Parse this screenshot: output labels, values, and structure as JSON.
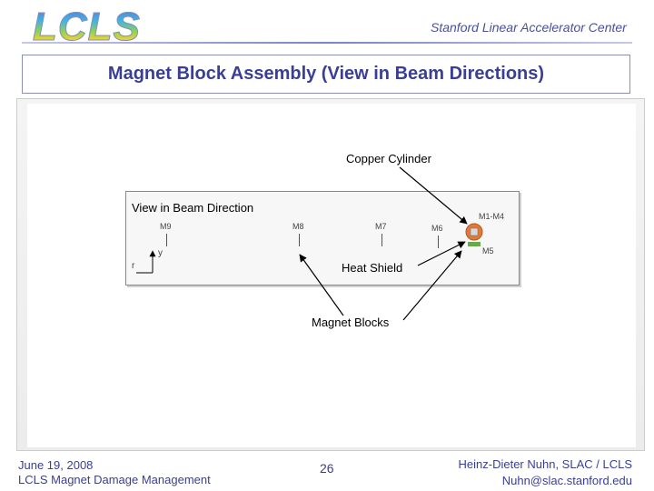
{
  "header": {
    "logo_text": "LCLS",
    "org_name": "Stanford Linear Accelerator Center"
  },
  "title": "Magnet Block Assembly (View in Beam Directions)",
  "diagram": {
    "label_copper_cylinder": "Copper Cylinder",
    "box_title": "View in Beam Direction",
    "magnets": {
      "m9": "M9",
      "m8": "M8",
      "m7": "M7",
      "m6": "M6",
      "m1_m4": "M1-M4",
      "m5": "M5"
    },
    "axis_y": "y",
    "axis_r": "r",
    "label_heat_shield": "Heat Shield",
    "label_magnet_blocks": "Magnet Blocks"
  },
  "footer": {
    "date": "June 19, 2008",
    "subtitle": "LCLS Magnet Damage Management",
    "page_number": "26",
    "author": "Heinz-Dieter Nuhn, SLAC / LCLS",
    "email": "Nuhn@slac.stanford.edu"
  },
  "colors": {
    "title_blue": "#3a3f95",
    "copper": "#e07a3a",
    "magnet_green": "#6aa84f"
  }
}
